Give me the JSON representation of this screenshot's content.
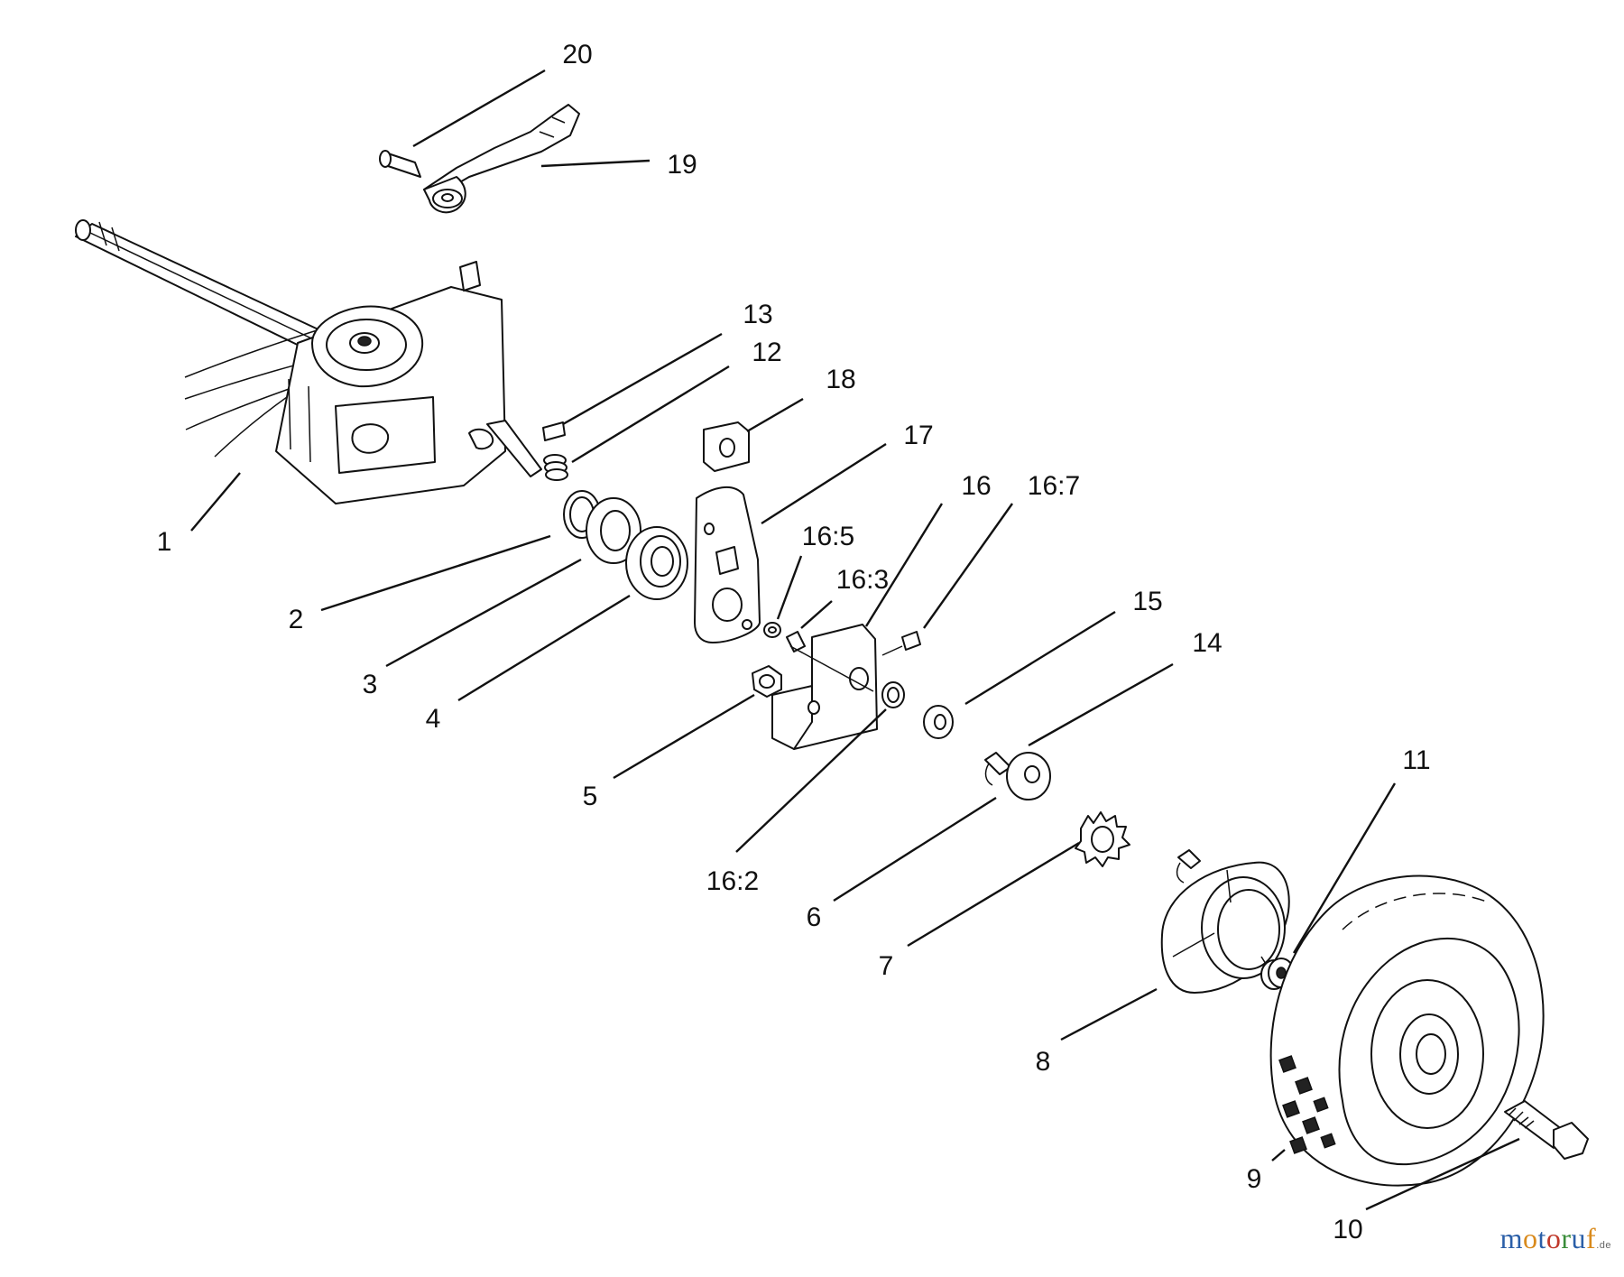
{
  "callouts": [
    {
      "id": "1",
      "label": "1"
    },
    {
      "id": "2",
      "label": "2"
    },
    {
      "id": "3",
      "label": "3"
    },
    {
      "id": "4",
      "label": "4"
    },
    {
      "id": "5",
      "label": "5"
    },
    {
      "id": "6",
      "label": "6"
    },
    {
      "id": "7",
      "label": "7"
    },
    {
      "id": "8",
      "label": "8"
    },
    {
      "id": "9",
      "label": "9"
    },
    {
      "id": "10",
      "label": "10"
    },
    {
      "id": "11",
      "label": "11"
    },
    {
      "id": "12",
      "label": "12"
    },
    {
      "id": "13",
      "label": "13"
    },
    {
      "id": "14",
      "label": "14"
    },
    {
      "id": "15",
      "label": "15"
    },
    {
      "id": "16",
      "label": "16"
    },
    {
      "id": "16-2",
      "label": "16:2"
    },
    {
      "id": "16-3",
      "label": "16:3"
    },
    {
      "id": "16-5",
      "label": "16:5"
    },
    {
      "id": "16-7",
      "label": "16:7"
    },
    {
      "id": "17",
      "label": "17"
    },
    {
      "id": "18",
      "label": "18"
    },
    {
      "id": "19",
      "label": "19"
    },
    {
      "id": "20",
      "label": "20"
    }
  ],
  "watermark": {
    "letters": [
      "m",
      "o",
      "t",
      "o",
      "r",
      "u",
      "f"
    ],
    "letter_colors": [
      "#2b5fa8",
      "#d98a1c",
      "#2b5fa8",
      "#c0392b",
      "#3a8d3a",
      "#2b5fa8",
      "#d98a1c"
    ],
    "tld": ".de"
  }
}
